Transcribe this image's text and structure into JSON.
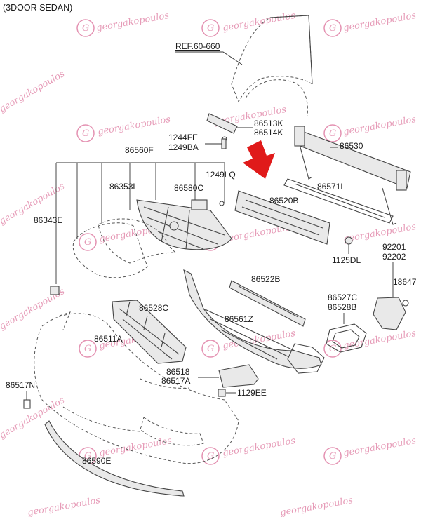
{
  "header": {
    "title": "(3DOOR SEDAN)"
  },
  "reference": {
    "label": "REF.60-660"
  },
  "watermark": {
    "text": "georgakopoulos"
  },
  "arrow_color": "#e01a1a",
  "accent_color": "#d24a7e",
  "parts": {
    "p86513k": "86513K",
    "p86514k": "86514K",
    "p1244fe": "1244FE",
    "p1249ba": "1249BA",
    "p86560f": "86560F",
    "p86530": "86530",
    "p1249lq": "1249LQ",
    "p86353l": "86353L",
    "p86580c": "86580C",
    "p86571l": "86571L",
    "p86520b": "86520B",
    "p86343e": "86343E",
    "p92201": "92201",
    "p92202": "92202",
    "p1125dl": "1125DL",
    "p86522b": "86522B",
    "p18647": "18647",
    "p86528c": "86528C",
    "p86527c": "86527C",
    "p86528b": "86528B",
    "p86561z": "86561Z",
    "p86511a": "86511A",
    "p86518": "86518",
    "p86517a": "86517A",
    "p86517n": "86517N",
    "p1129ee": "1129EE",
    "p86590e": "86590E"
  }
}
